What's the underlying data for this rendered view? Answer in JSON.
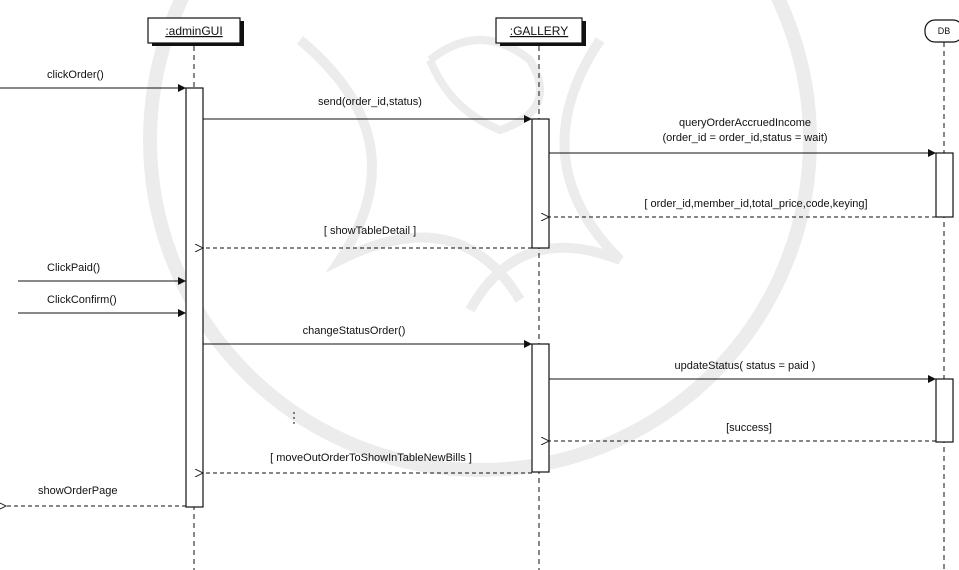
{
  "diagram": {
    "objects": {
      "admin": ":adminGUI",
      "gallery": ":GALLERY",
      "db": "DB"
    },
    "messages": {
      "click_order": "clickOrder()",
      "send": "send(order_id,status)",
      "query_line1": "queryOrderAccruedIncome",
      "query_line2": "(order_id = order_id,status = wait)",
      "query_return": "[ order_id,member_id,total_price,code,keying]",
      "show_table_detail": "[ showTableDetail ]",
      "click_paid": "ClickPaid()",
      "click_confirm": "ClickConfirm()",
      "change_status_order": "changeStatusOrder()",
      "update_status": "updateStatus( status = paid )",
      "success": "[success]",
      "move_out_order": "[ moveOutOrderToShowInTableNewBills ]",
      "show_order_page": "showOrderPage"
    }
  },
  "colors": {
    "ink": "#111111",
    "watermark": "#c9c9c9"
  }
}
